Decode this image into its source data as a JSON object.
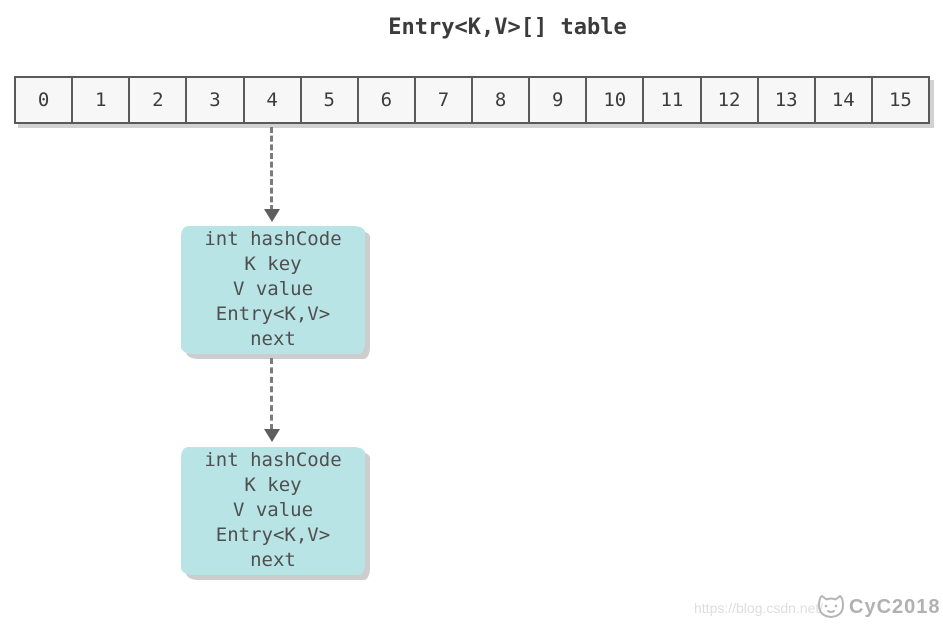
{
  "title": "Entry<K,V>[] table",
  "array": {
    "cells": [
      "0",
      "1",
      "2",
      "3",
      "4",
      "5",
      "6",
      "7",
      "8",
      "9",
      "10",
      "11",
      "12",
      "13",
      "14",
      "15"
    ]
  },
  "nodes": [
    {
      "lines": [
        "int hashCode",
        "K key",
        "V value",
        "Entry<K,V>",
        "next"
      ]
    },
    {
      "lines": [
        "int hashCode",
        "K key",
        "V value",
        "Entry<K,V>",
        "next"
      ]
    }
  ],
  "arrows": [
    {
      "from": "cell-4",
      "to": "node-1",
      "style": "dashed-down"
    },
    {
      "from": "node-1-next",
      "to": "node-2",
      "style": "dashed-down"
    }
  ],
  "watermark": {
    "url": "https://blog.csdn.net/",
    "brand": "CyC2018",
    "logo_icon": "cat-logo-icon"
  },
  "colors": {
    "node_fill": "#b9e4e6",
    "cell_fill": "#f7f7f7",
    "cell_border": "#5a5a5a",
    "shadow": "#d2d2d2",
    "arrow": "#7b7b7b",
    "title_text": "#3b3b3b",
    "node_text": "#4f4f4f",
    "watermark_url_text": "#dedede",
    "watermark_brand_text": "#b1b1b1"
  }
}
